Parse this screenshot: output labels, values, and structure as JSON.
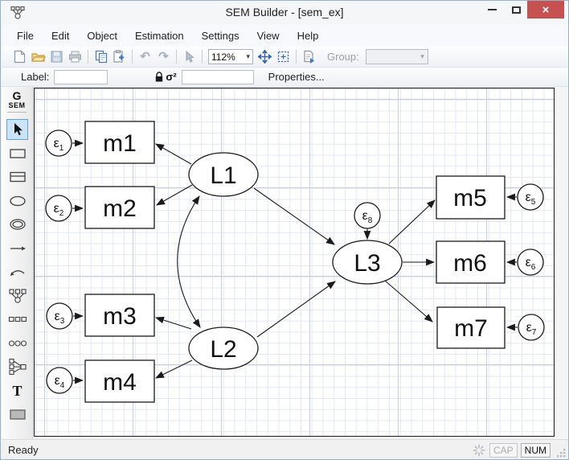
{
  "window": {
    "title": "SEM Builder - [sem_ex]",
    "minimize_glyph": "–",
    "close_glyph": "×"
  },
  "menu": {
    "items": [
      {
        "label": "File"
      },
      {
        "label": "Edit"
      },
      {
        "label": "Object"
      },
      {
        "label": "Estimation"
      },
      {
        "label": "Settings"
      },
      {
        "label": "View"
      },
      {
        "label": "Help"
      }
    ]
  },
  "toolbar": {
    "zoom_value": "112%",
    "undo_glyph": "↶",
    "redo_glyph": "↷",
    "caret_glyph": "▾",
    "group_label": "Group:",
    "group_value": ""
  },
  "labelbar": {
    "label_caption": "Label:",
    "label_value": "",
    "variance_symbol": "σ²",
    "variance_value": "",
    "properties_label": "Properties..."
  },
  "palette": {
    "logo_line1": "G",
    "logo_line2": "SEM",
    "text_tool_glyph": "T"
  },
  "statusbar": {
    "status": "Ready",
    "cap": "CAP",
    "num": "NUM"
  },
  "diagram": {
    "latent": [
      {
        "label": "L1"
      },
      {
        "label": "L2"
      },
      {
        "label": "L3"
      }
    ],
    "observed": [
      {
        "label": "m1"
      },
      {
        "label": "m2"
      },
      {
        "label": "m3"
      },
      {
        "label": "m4"
      },
      {
        "label": "m5"
      },
      {
        "label": "m6"
      },
      {
        "label": "m7"
      }
    ],
    "errors": [
      {
        "base": "ε",
        "sub": "1"
      },
      {
        "base": "ε",
        "sub": "2"
      },
      {
        "base": "ε",
        "sub": "3"
      },
      {
        "base": "ε",
        "sub": "4"
      },
      {
        "base": "ε",
        "sub": "5"
      },
      {
        "base": "ε",
        "sub": "6"
      },
      {
        "base": "ε",
        "sub": "7"
      },
      {
        "base": "ε",
        "sub": "8"
      }
    ]
  }
}
